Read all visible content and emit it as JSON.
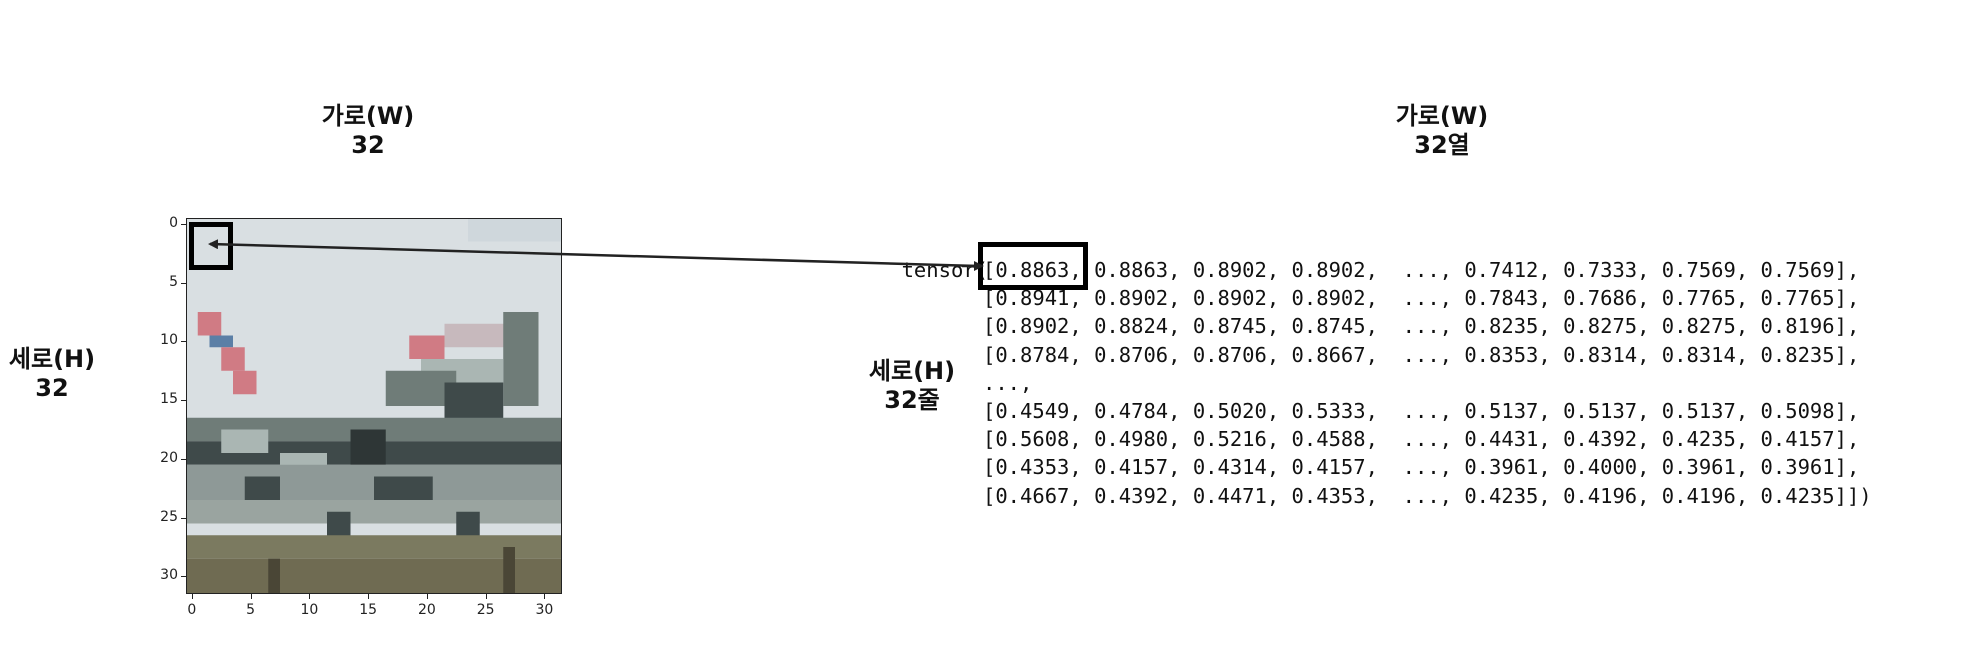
{
  "labels": {
    "image_width": "가로(W)\n32",
    "image_height": "세로(H)\n32",
    "tensor_width": "가로(W)\n32열",
    "tensor_height": "세로(H)\n32줄"
  },
  "image_axes": {
    "x_ticks": [
      "0",
      "5",
      "10",
      "15",
      "20",
      "25",
      "30"
    ],
    "y_ticks": [
      "0",
      "5",
      "10",
      "15",
      "20",
      "25",
      "30"
    ],
    "tick_values": [
      0,
      5,
      10,
      15,
      20,
      25,
      30
    ],
    "size": 32
  },
  "tensor": {
    "prefix": "tensor(",
    "lines": [
      "[0.8863, 0.8863, 0.8902, 0.8902,  ..., 0.7412, 0.7333, 0.7569, 0.7569],",
      "[0.8941, 0.8902, 0.8902, 0.8902,  ..., 0.7843, 0.7686, 0.7765, 0.7765],",
      "[0.8902, 0.8824, 0.8745, 0.8745,  ..., 0.8235, 0.8275, 0.8275, 0.8196],",
      "[0.8784, 0.8706, 0.8706, 0.8667,  ..., 0.8353, 0.8314, 0.8314, 0.8235],",
      "...,",
      "[0.4549, 0.4784, 0.5020, 0.5333,  ..., 0.5137, 0.5137, 0.5137, 0.5098],",
      "[0.5608, 0.4980, 0.5216, 0.4588,  ..., 0.4431, 0.4392, 0.4235, 0.4157],",
      "[0.4353, 0.4157, 0.4314, 0.4157,  ..., 0.3961, 0.4000, 0.3961, 0.3961],",
      "[0.4667, 0.4392, 0.4471, 0.4353,  ..., 0.4235, 0.4196, 0.4196, 0.4235]])"
    ]
  },
  "colors": {
    "sky": "#d9dfe2",
    "sky_top": "#cfd7dc",
    "tail_red": "#d07b84",
    "tail_blue": "#5b7fa6",
    "plane_dark": "#3f4a4a",
    "plane_mid": "#6f7c78",
    "plane_light": "#aab6b3",
    "ground": "#7b7a60",
    "ground_dark": "#4a4636",
    "highlight": "#000000",
    "arrow": "#222222"
  }
}
